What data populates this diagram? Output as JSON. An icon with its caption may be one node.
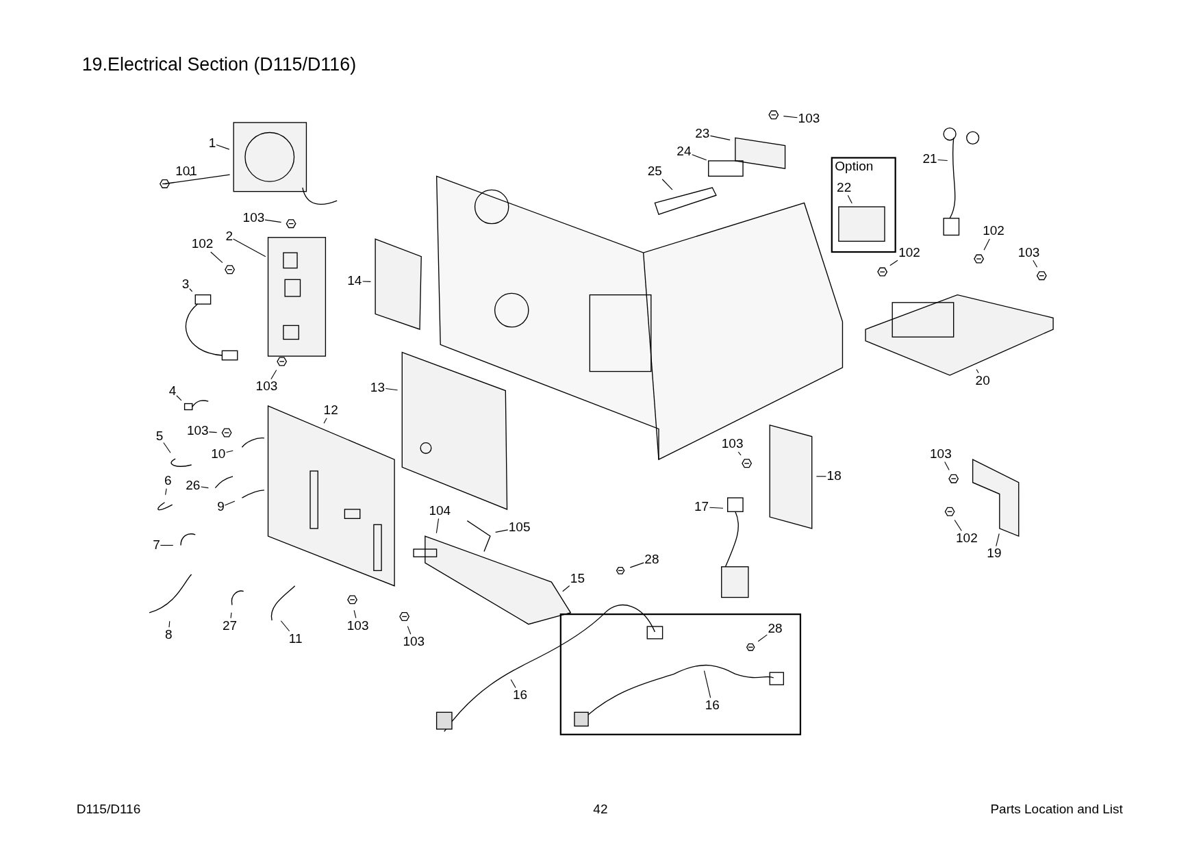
{
  "diagram": {
    "title": "19.Electrical Section (D115/D116)",
    "nodes": [
      {
        "text": [
          "1"
        ]
      },
      {
        "text": [
          "101"
        ]
      },
      {
        "text": [
          "103"
        ]
      },
      {
        "text": [
          "2"
        ]
      },
      {
        "text": [
          "102"
        ]
      },
      {
        "text": [
          "3"
        ]
      },
      {
        "text": [
          "14"
        ]
      },
      {
        "text": [
          "103"
        ]
      },
      {
        "text": [
          "13"
        ]
      },
      {
        "text": [
          "4"
        ]
      },
      {
        "text": [
          "103"
        ]
      },
      {
        "text": [
          "12"
        ]
      },
      {
        "text": [
          "5"
        ]
      },
      {
        "text": [
          "10"
        ]
      },
      {
        "text": [
          "6"
        ]
      },
      {
        "text": [
          "26"
        ]
      },
      {
        "text": [
          "9"
        ]
      },
      {
        "text": [
          "7"
        ]
      },
      {
        "text": [
          "8"
        ]
      },
      {
        "text": [
          "27"
        ]
      },
      {
        "text": [
          "11"
        ]
      },
      {
        "text": [
          "103"
        ]
      },
      {
        "text": [
          "104"
        ]
      },
      {
        "text": [
          "105"
        ]
      },
      {
        "text": [
          "103"
        ]
      },
      {
        "text": [
          "15"
        ]
      },
      {
        "text": [
          "16"
        ]
      },
      {
        "text": [
          "28"
        ]
      },
      {
        "text": [
          "17"
        ]
      },
      {
        "text": [
          "18"
        ]
      },
      {
        "text": [
          "103"
        ]
      },
      {
        "text": [
          "103"
        ]
      },
      {
        "text": [
          "23"
        ]
      },
      {
        "text": [
          "24"
        ]
      },
      {
        "text": [
          "25"
        ]
      },
      {
        "text": [
          "Option"
        ]
      },
      {
        "text": [
          "22"
        ],
        "in": 35
      },
      {
        "text": [
          "21"
        ]
      },
      {
        "text": [
          "102"
        ]
      },
      {
        "text": [
          "103"
        ]
      },
      {
        "text": [
          "102"
        ]
      },
      {
        "text": [
          "20"
        ]
      },
      {
        "text": [
          "103"
        ]
      },
      {
        "text": [
          "102"
        ]
      },
      {
        "text": [
          "19"
        ]
      },
      {
        "text": [],
        "shape": "box"
      },
      {
        "text": [
          "28"
        ],
        "in": 45
      },
      {
        "text": [
          "16"
        ],
        "in": 45
      }
    ],
    "edges": [
      {
        "from": 0,
        "to": null,
        "arrow": "none"
      },
      {
        "from": 1,
        "to": null,
        "arrow": "none"
      },
      {
        "from": 2,
        "to": null,
        "arrow": "none"
      },
      {
        "from": 3,
        "to": null,
        "arrow": "none"
      },
      {
        "from": 4,
        "to": null,
        "arrow": "none"
      },
      {
        "from": 5,
        "to": null,
        "arrow": "none"
      },
      {
        "from": 6,
        "to": null,
        "arrow": "none"
      },
      {
        "from": 7,
        "to": null,
        "arrow": "none"
      },
      {
        "from": 8,
        "to": null,
        "arrow": "none"
      },
      {
        "from": 9,
        "to": null,
        "arrow": "none"
      },
      {
        "from": 10,
        "to": null,
        "arrow": "none"
      },
      {
        "from": 11,
        "to": null,
        "arrow": "none"
      },
      {
        "from": 12,
        "to": null,
        "arrow": "none"
      },
      {
        "from": 13,
        "to": null,
        "arrow": "none"
      },
      {
        "from": 14,
        "to": null,
        "arrow": "none"
      },
      {
        "from": 15,
        "to": null,
        "arrow": "none"
      },
      {
        "from": 16,
        "to": null,
        "arrow": "none"
      },
      {
        "from": 17,
        "to": null,
        "arrow": "none"
      },
      {
        "from": 18,
        "to": null,
        "arrow": "none"
      },
      {
        "from": 19,
        "to": null,
        "arrow": "none"
      },
      {
        "from": 20,
        "to": null,
        "arrow": "none"
      },
      {
        "from": 21,
        "to": null,
        "arrow": "none"
      },
      {
        "from": 22,
        "to": null,
        "arrow": "none"
      },
      {
        "from": 23,
        "to": null,
        "arrow": "none"
      },
      {
        "from": 24,
        "to": null,
        "arrow": "none"
      },
      {
        "from": 25,
        "to": null,
        "arrow": "none"
      },
      {
        "from": 26,
        "to": null,
        "arrow": "none"
      },
      {
        "from": 27,
        "to": null,
        "arrow": "none"
      },
      {
        "from": 28,
        "to": null,
        "arrow": "none"
      },
      {
        "from": 29,
        "to": null,
        "arrow": "none"
      },
      {
        "from": 30,
        "to": null,
        "arrow": "none"
      },
      {
        "from": 31,
        "to": null,
        "arrow": "none"
      },
      {
        "from": 32,
        "to": null,
        "arrow": "none"
      },
      {
        "from": 33,
        "to": null,
        "arrow": "none"
      },
      {
        "from": 34,
        "to": null,
        "arrow": "none"
      },
      {
        "from": 36,
        "to": null,
        "arrow": "none"
      },
      {
        "from": 37,
        "to": null,
        "arrow": "none"
      },
      {
        "from": 38,
        "to": null,
        "arrow": "none"
      },
      {
        "from": 39,
        "to": null,
        "arrow": "none"
      },
      {
        "from": 40,
        "to": null,
        "arrow": "none"
      },
      {
        "from": 41,
        "to": null,
        "arrow": "none"
      },
      {
        "from": 42,
        "to": null,
        "arrow": "none"
      },
      {
        "from": 43,
        "to": null,
        "arrow": "none"
      },
      {
        "from": 44,
        "to": null,
        "arrow": "none"
      },
      {
        "from": 46,
        "to": null,
        "arrow": "none"
      },
      {
        "from": 47,
        "to": null,
        "arrow": "none"
      }
    ],
    "labels": [
      "D115/D116",
      "42",
      "Parts Location and List"
    ]
  }
}
